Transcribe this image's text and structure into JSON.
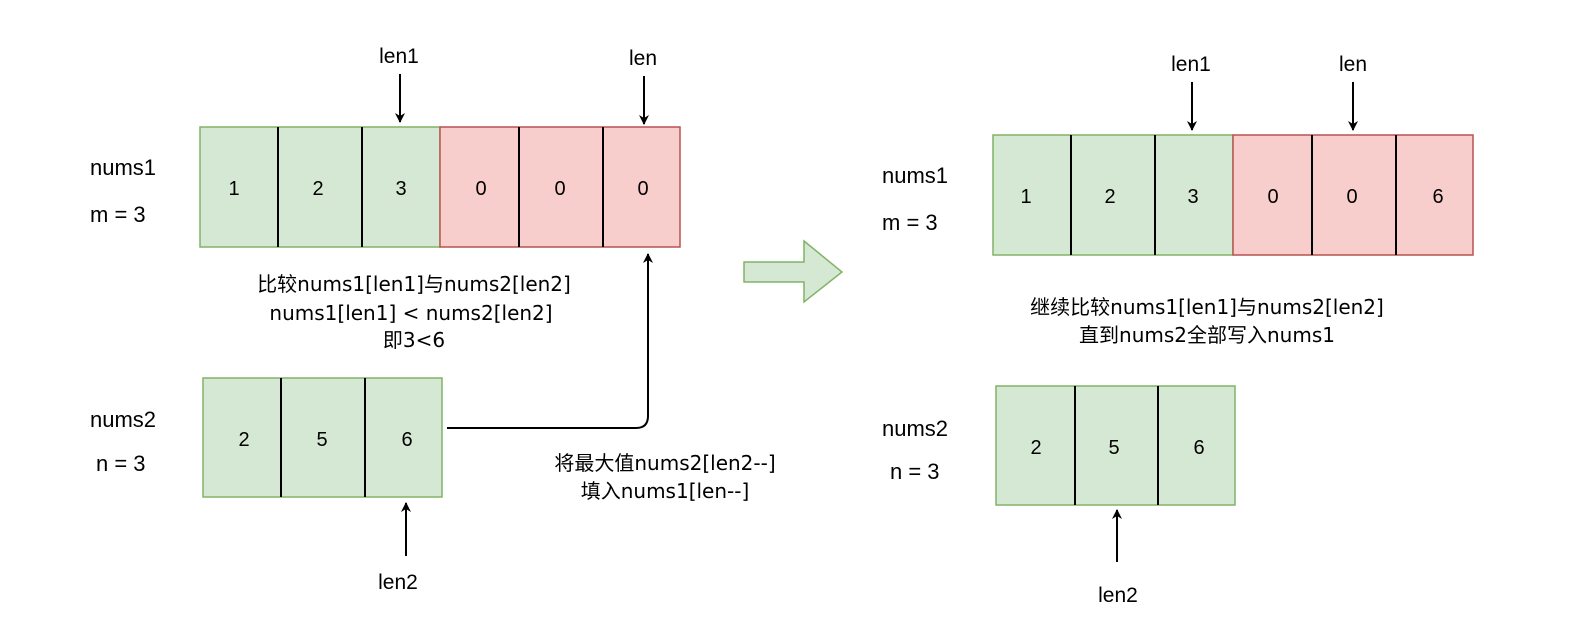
{
  "colors": {
    "green_fill": "#d5e8d4",
    "green_stroke": "#82b366",
    "red_fill": "#f8cecc",
    "red_stroke": "#b85450",
    "line": "#000000"
  },
  "left": {
    "nums1": {
      "name": "nums1",
      "size": "m = 3",
      "cells": [
        "1",
        "2",
        "3",
        "0",
        "0",
        "0"
      ],
      "pointer_len1": "len1",
      "pointer_len": "len"
    },
    "caption": [
      "比较nums1[len1]与nums2[len2]",
      "nums1[len1] < nums2[len2]",
      "即3<6"
    ],
    "nums2": {
      "name": "nums2",
      "size": "n = 3",
      "cells": [
        "2",
        "5",
        "6"
      ],
      "pointer_len2": "len2"
    },
    "fill_note": [
      "将最大值nums2[len2--]",
      "填入nums1[len--]"
    ]
  },
  "transition_arrow_icon": "block-right-arrow-icon",
  "right": {
    "nums1": {
      "name": "nums1",
      "size": "m = 3",
      "cells": [
        "1",
        "2",
        "3",
        "0",
        "0",
        "6"
      ],
      "pointer_len1": "len1",
      "pointer_len": "len"
    },
    "caption": [
      "继续比较nums1[len1]与nums2[len2]",
      "直到nums2全部写入nums1"
    ],
    "nums2": {
      "name": "nums2",
      "size": "n = 3",
      "cells": [
        "2",
        "5",
        "6"
      ],
      "pointer_len2": "len2"
    }
  }
}
